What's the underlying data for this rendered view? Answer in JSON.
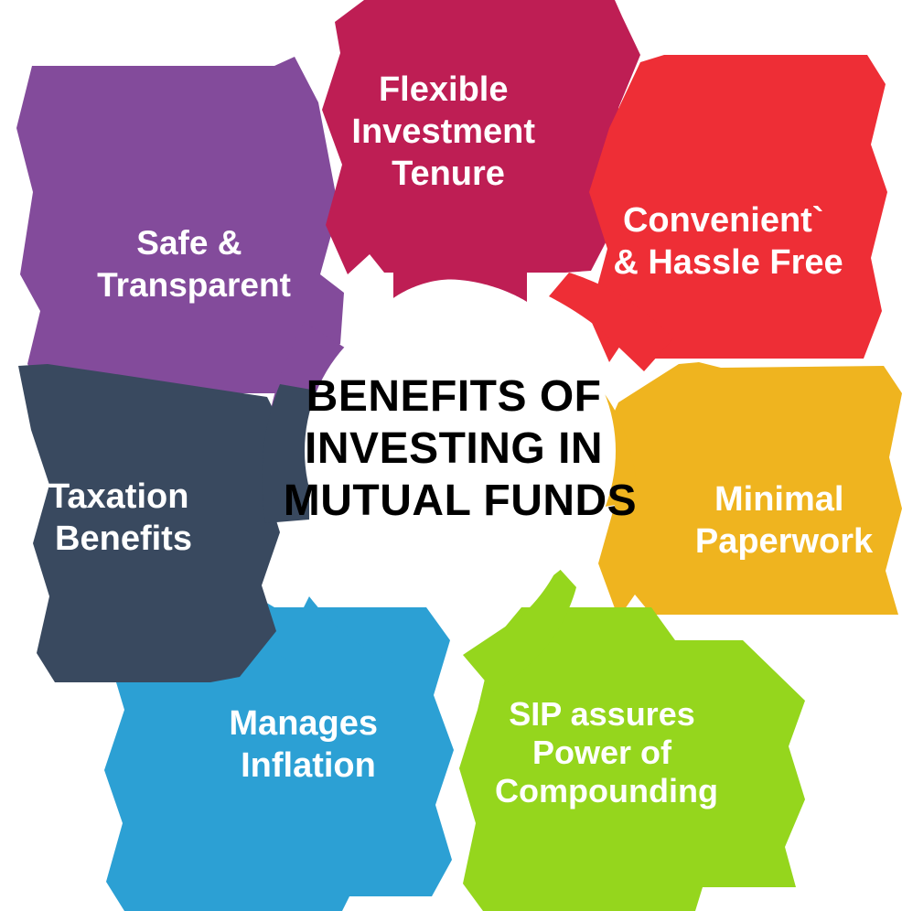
{
  "diagram": {
    "type": "radial-petal-wheel",
    "background_color": "#ffffff",
    "center": {
      "title_lines": [
        "BENEFITS OF",
        "INVESTING IN",
        "MUTUAL FUNDS"
      ],
      "title_full": "BENEFITS OF INVESTING IN MUTUAL FUNDS",
      "text_color": "#000000",
      "disc_color": "#ffffff"
    },
    "segment_count": 7,
    "segments": [
      {
        "id": "flexible-investment-tenure",
        "position": "top",
        "label_lines": [
          "Flexible",
          "Investment",
          "Tenure"
        ],
        "label_full": "Flexible Investment Tenure",
        "color": "#BE1E54",
        "text_color": "#ffffff"
      },
      {
        "id": "convenient-hassle-free",
        "position": "top-right",
        "label_lines": [
          "Convenient`",
          "& Hassle Free"
        ],
        "label_full": "Convenient & Hassle Free",
        "color": "#EE2E36",
        "text_color": "#ffffff"
      },
      {
        "id": "minimal-paperwork",
        "position": "right",
        "label_lines": [
          "Minimal",
          "Paperwork"
        ],
        "label_full": "Minimal Paperwork",
        "color": "#EFB41F",
        "text_color": "#ffffff"
      },
      {
        "id": "sip-power-of-compounding",
        "position": "bottom-right",
        "label_lines": [
          "SIP assures",
          "Power of",
          "Compounding"
        ],
        "label_full": "SIP assures Power of Compounding",
        "color": "#95D61D",
        "text_color": "#ffffff"
      },
      {
        "id": "manages-inflation",
        "position": "bottom-left",
        "label_lines": [
          "Manages",
          "Inflation"
        ],
        "label_full": "Manages Inflation",
        "color": "#2CA0D4",
        "text_color": "#ffffff"
      },
      {
        "id": "taxation-benefits",
        "position": "left",
        "label_lines": [
          "Taxation",
          "Benefits"
        ],
        "label_full": "Taxation Benefits",
        "color": "#39495F",
        "text_color": "#ffffff"
      },
      {
        "id": "safe-transparent",
        "position": "top-left",
        "label_lines": [
          "Safe &",
          "Transparent"
        ],
        "label_full": "Safe & Transparent",
        "color": "#834B9B",
        "text_color": "#ffffff"
      }
    ]
  }
}
